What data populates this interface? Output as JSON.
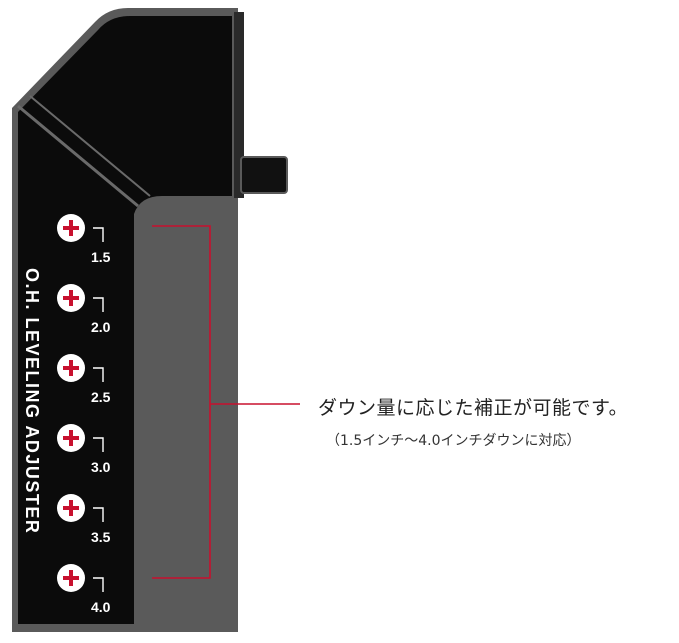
{
  "product": {
    "name_text": "O.H. LEVELING ADJUSTER",
    "settings": [
      "1.5",
      "2.0",
      "2.5",
      "3.0",
      "3.5",
      "4.0"
    ]
  },
  "callout": {
    "main": "ダウン量に応じた補正が可能です。",
    "sub": "（1.5インチ〜4.0インチダウンに対応）"
  },
  "colors": {
    "body": "#0b0b0b",
    "bevel": "#5a5a5a",
    "accent_red": "#c8102e",
    "text_white": "#ffffff"
  }
}
